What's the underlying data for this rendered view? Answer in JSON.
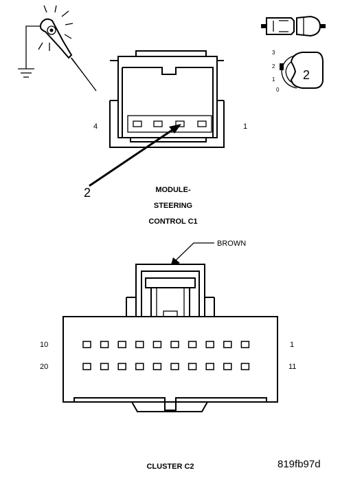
{
  "c1": {
    "title_lines": [
      "MODULE-",
      "STEERING",
      "CONTROL C1"
    ],
    "pin_left": "4",
    "pin_right": "1",
    "callout": "2"
  },
  "c2": {
    "title": "CLUSTER C2",
    "wire_color": "BROWN",
    "row1_left": "10",
    "row1_right": "1",
    "row2_left": "20",
    "row2_right": "11"
  },
  "ignition": {
    "positions": [
      "3",
      "2",
      "1",
      "0"
    ],
    "selected": "2"
  },
  "figure_id": "819fb97d",
  "icons": [
    "test-light-icon",
    "ground-symbol-icon",
    "connector-disconnect-icon",
    "ignition-switch-icon"
  ]
}
